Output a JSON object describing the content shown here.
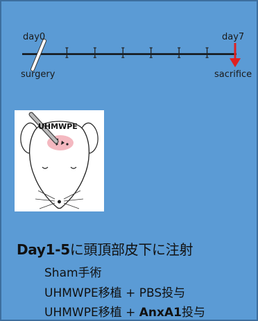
{
  "timeline": {
    "start_label": "day0",
    "end_label": "day7",
    "start_event": "surgery",
    "end_event": "sacrifice",
    "injection_days": [
      1,
      2,
      3,
      4,
      5,
      6
    ],
    "colors": {
      "axis": "#111111",
      "end_arrow": "#e02020"
    }
  },
  "figure": {
    "implant_label": "UHMWPE",
    "colors": {
      "implant_site": "#f4b8c0",
      "background": "#ffffff"
    }
  },
  "protocol": {
    "heading": "Day1-5",
    "heading_suffix": "に頭頂部皮下に注射",
    "groups": [
      {
        "prefix": "Sham手術",
        "bold": "",
        "suffix": ""
      },
      {
        "prefix": "UHMWPE移植 + PBS投与",
        "bold": "",
        "suffix": ""
      },
      {
        "prefix": "UHMWPE移植 + ",
        "bold": "AnxA1",
        "suffix": "投与"
      }
    ]
  },
  "colors": {
    "panel_background": "#5b9bd5",
    "panel_border": "#3d6e9e"
  }
}
